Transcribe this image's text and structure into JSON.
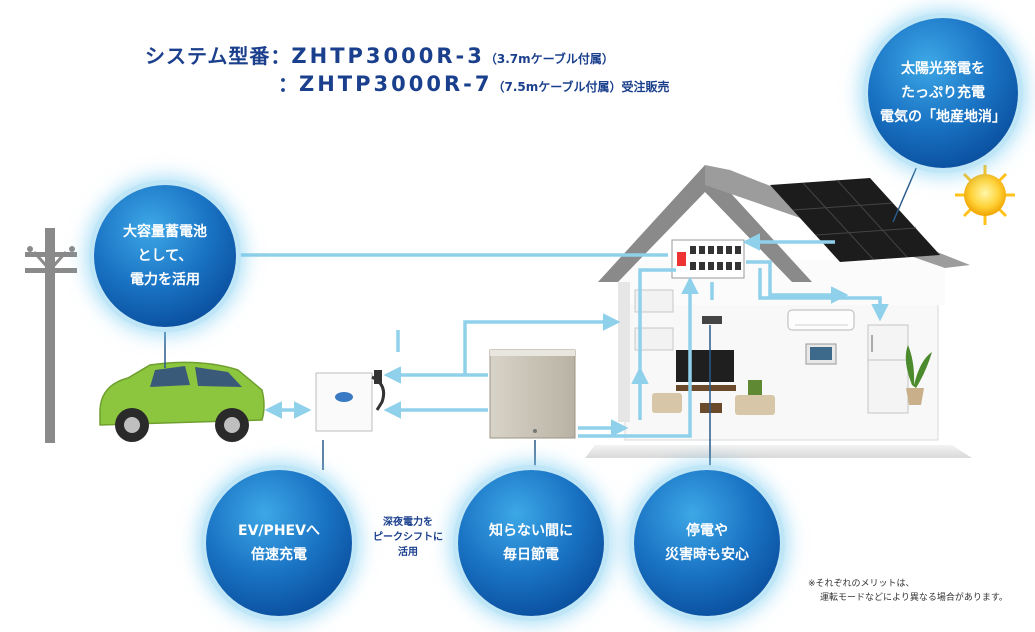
{
  "title": {
    "label": "システム型番：",
    "model1": "ZHTP3000R-3",
    "model1_note": "（3.7mケーブル付属）",
    "colon": "：",
    "model2": "ZHTP3000R-7",
    "model2_note": "（7.5mケーブル付属）受注販売"
  },
  "bubbles": {
    "solar": [
      "太陽光発電を",
      "たっぷり充電",
      "電気の「地産地消」"
    ],
    "battery": [
      "大容量蓄電池",
      "として、",
      "電力を活用"
    ],
    "ev": [
      "EV/PHEVへ",
      "倍速充電"
    ],
    "saving": [
      "知らない間に",
      "毎日節電"
    ],
    "outage": [
      "停電や",
      "災害時も安心"
    ]
  },
  "peak_shift_note": [
    "深夜電力を",
    "ピークシフトに",
    "活用"
  ],
  "footnote": [
    "※それぞれのメリットは、",
    "運転モードなどにより異なる場合があります。"
  ],
  "colors": {
    "title": "#1a3f8c",
    "bubble": "#1a73c4",
    "arrow": "#8fd0ea",
    "car": "#8cc63f",
    "roof": "#8a8a8a",
    "panel": "#1c1c1c"
  },
  "icons": [
    "utility-pole-icon",
    "electric-car-icon",
    "ev-charger-icon",
    "storage-battery-icon",
    "house-icon",
    "solar-panel-icon",
    "sun-icon",
    "distribution-board-icon",
    "air-conditioner-icon",
    "refrigerator-icon",
    "television-icon",
    "sofa-icon",
    "plant-icon",
    "control-panel-icon"
  ]
}
